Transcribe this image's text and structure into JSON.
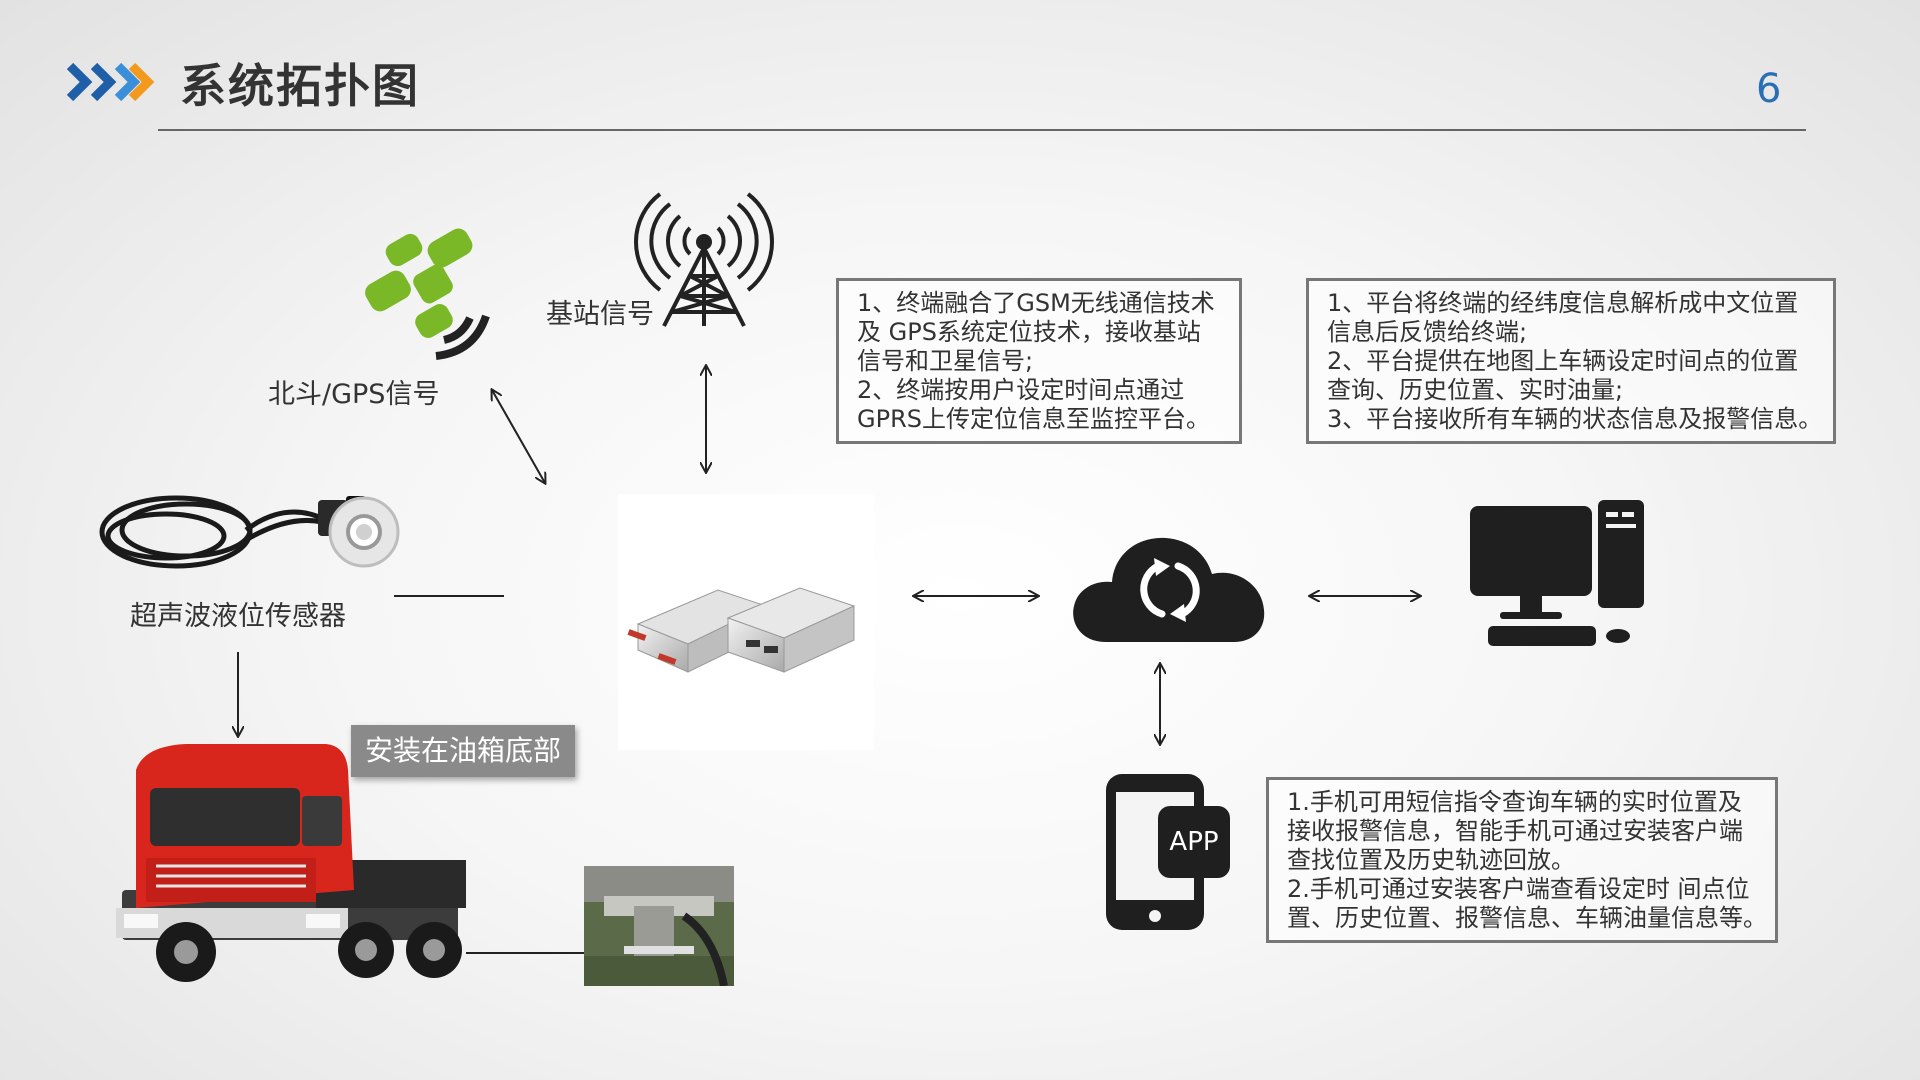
{
  "header": {
    "title": "系统拓扑图",
    "page_number": "6"
  },
  "nodes": {
    "satellite_label": "北斗/GPS信号",
    "base_station_label": "基站信号",
    "sensor_label": "超声波液位传感器",
    "install_tag": "安装在油箱底部",
    "app_label": "APP"
  },
  "boxes": {
    "terminal": [
      "1、终端融合了GSM无线通信技术",
      "及 GPS系统定位技术，接收基站",
      "信号和卫星信号;",
      "2、终端按用户设定时间点通过",
      "GPRS上传定位信息至监控平台。"
    ],
    "platform": [
      "1、平台将终端的经纬度信息解析成中文位置",
      "信息后反馈给终端;",
      "2、平台提供在地图上车辆设定时间点的位置",
      "查询、历史位置、实时油量;",
      "3、平台接收所有车辆的状态信息及报警信息。"
    ],
    "mobile": [
      "1.手机可用短信指令查询车辆的实时位置及",
      "接收报警信息，智能手机可通过安装客户端",
      "查找位置及历史轨迹回放。",
      "2.手机可通过安装客户端查看设定时 间点位",
      "置、历史位置、报警信息、车辆油量信息等。"
    ]
  },
  "colors": {
    "accent_blue": "#1f5fa8",
    "accent_orange": "#f39a1e",
    "satellite_green": "#7ab828",
    "icon_dark": "#222222"
  }
}
